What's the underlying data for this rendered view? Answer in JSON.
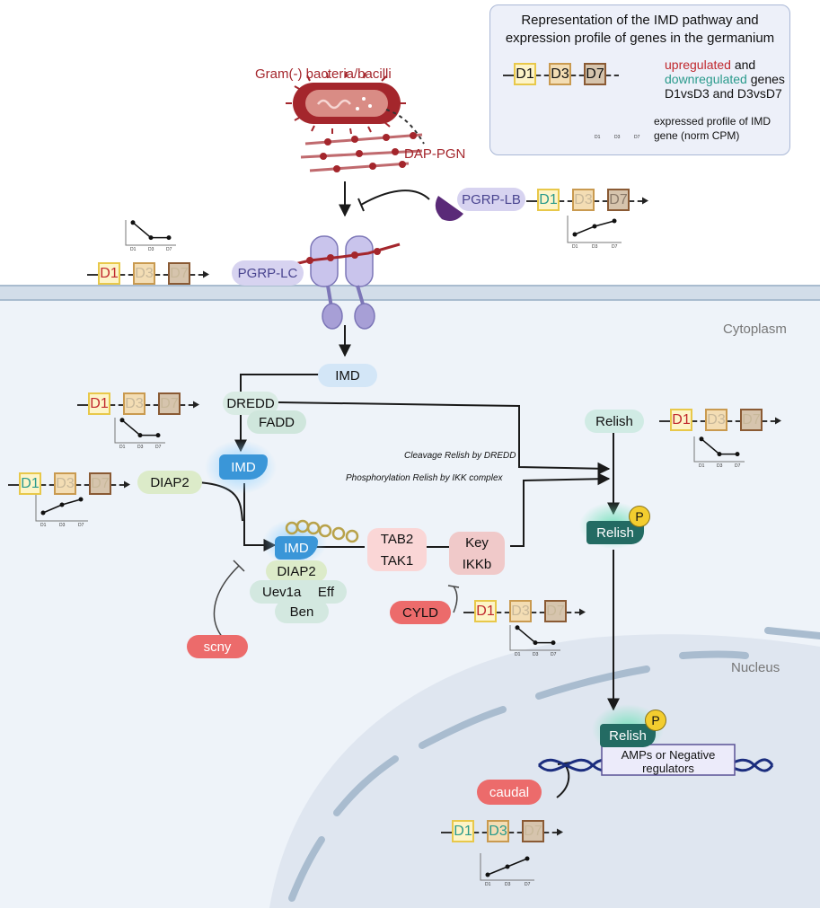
{
  "legend": {
    "title_line1": "Representation of the IMD pathway and",
    "title_line2": "expression profile of genes in the germanium",
    "day_labels": [
      "D1",
      "D3",
      "D7"
    ],
    "upregulated": "upregulated",
    "and": "and",
    "downregulated": "downregulated",
    "genes": "genes",
    "comparisons": "D1vsD3 and D3vsD7",
    "profile_line1": "expressed profile of IMD",
    "profile_line2": "gene (norm CPM)"
  },
  "regions": {
    "cytoplasm": "Cytoplasm",
    "nucleus": "Nucleus"
  },
  "bacteria": {
    "label": "Gram(-) bacteria/bacilli",
    "pgn": "DAP-PGN"
  },
  "proteins": {
    "pgrp_lb": "PGRP-LB",
    "pgrp_lc": "PGRP-LC",
    "imd": "IMD",
    "dredd": "DREDD",
    "fadd": "FADD",
    "diap2": "DIAP2",
    "uev1a": "Uev1a",
    "eff": "Eff",
    "ben": "Ben",
    "tab2": "TAB2",
    "tak1": "TAK1",
    "key": "Key",
    "ikkb": "IKKb",
    "cyld": "CYLD",
    "scny": "scny",
    "relish": "Relish",
    "phospho": "P",
    "caudal": "caudal",
    "target_line1": "AMPs or Negative",
    "target_line2": "regulators"
  },
  "annotations": {
    "cleavage": "Cleavage Relish by DREDD",
    "phosphorylation": "Phosphorylation  Relish by IKK complex"
  },
  "tick_labels": [
    "D1",
    "D3",
    "D7"
  ],
  "expression": {
    "pgrp_lb": {
      "day_colors": [
        "#2a9a8c",
        "#c8b89a",
        "#8a7a6a"
      ],
      "profile": [
        0.3,
        0.6,
        0.8
      ]
    },
    "pgrp_lc": {
      "day_colors": [
        "#c0282d",
        "#c8b89a",
        "#c8b89a"
      ],
      "profile": [
        0.9,
        0.3,
        0.3
      ]
    },
    "dredd": {
      "day_colors": [
        "#c0282d",
        "#c8b89a",
        "#c8b89a"
      ],
      "profile": [
        0.9,
        0.3,
        0.3
      ]
    },
    "diap2": {
      "day_colors": [
        "#2a9a8c",
        "#c8b89a",
        "#c8b89a"
      ],
      "profile": [
        0.3,
        0.6,
        0.8
      ]
    },
    "cyld": {
      "day_colors": [
        "#c0282d",
        "#c8b89a",
        "#c8b89a"
      ],
      "profile": [
        0.9,
        0.3,
        0.3
      ]
    },
    "relish": {
      "day_colors": [
        "#c0282d",
        "#c8b89a",
        "#c8b89a"
      ],
      "profile": [
        0.9,
        0.3,
        0.3
      ]
    },
    "caudal": {
      "day_colors": [
        "#2a9a8c",
        "#2a9a8c",
        "#c8b89a"
      ],
      "profile": [
        0.2,
        0.5,
        0.8
      ]
    }
  },
  "colors": {
    "up_red": "#c0282d",
    "down_teal": "#2a9a8c",
    "bacteria_red": "#a4262c",
    "pgrp_purple": "#c9c4ec",
    "relish_dark": "#236b63",
    "salmon": "#ec6b6b"
  }
}
